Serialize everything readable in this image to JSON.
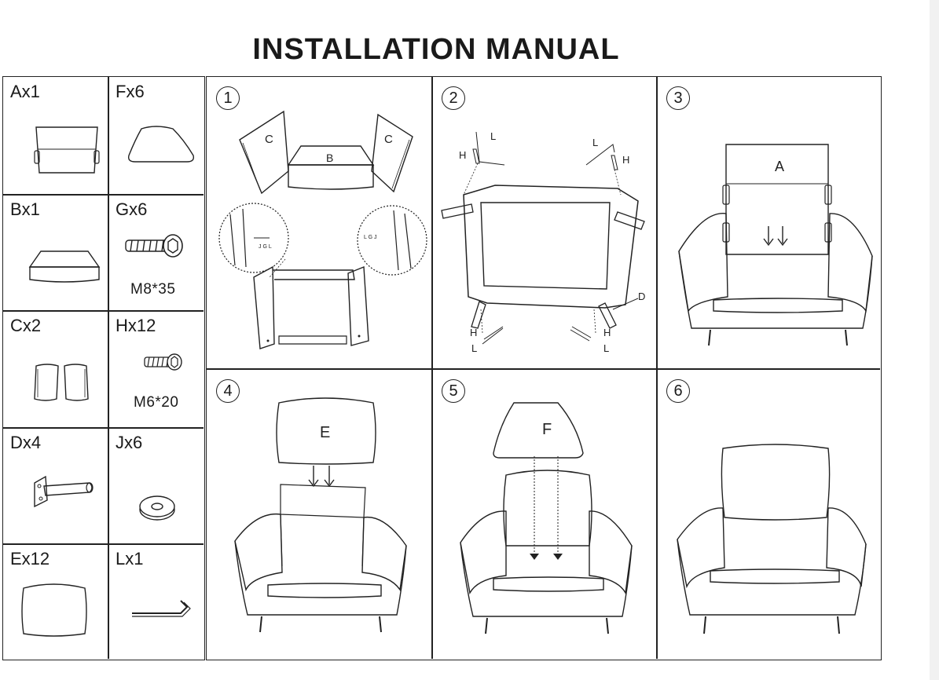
{
  "title": "INSTALLATION MANUAL",
  "parts": [
    {
      "label": "Ax1",
      "icon": "backrest-panel-icon"
    },
    {
      "label": "Fx6",
      "icon": "cushion-pad-icon"
    },
    {
      "label": "Bx1",
      "icon": "seat-cushion-icon"
    },
    {
      "label": "Gx6",
      "icon": "bolt-icon",
      "size": "M8*35"
    },
    {
      "label": "Cx2",
      "icon": "armrest-panels-icon"
    },
    {
      "label": "Hx12",
      "icon": "small-bolt-icon",
      "size": "M6*20"
    },
    {
      "label": "Dx4",
      "icon": "leg-bracket-icon"
    },
    {
      "label": "Jx6",
      "icon": "washer-icon"
    },
    {
      "label": "Ex12",
      "icon": "back-cushion-icon"
    },
    {
      "label": "Lx1",
      "icon": "allen-key-icon"
    }
  ],
  "steps": [
    {
      "number": "1",
      "labels": {
        "c1": "C",
        "c2": "C",
        "b": "B",
        "detail_left": "J G L",
        "detail_right": "L G J"
      }
    },
    {
      "number": "2",
      "labels": {
        "h": "H",
        "l": "L",
        "d": "D"
      }
    },
    {
      "number": "3",
      "labels": {
        "a": "A"
      }
    },
    {
      "number": "4",
      "labels": {
        "e": "E"
      }
    },
    {
      "number": "5",
      "labels": {
        "f": "F"
      }
    },
    {
      "number": "6",
      "labels": {}
    }
  ]
}
